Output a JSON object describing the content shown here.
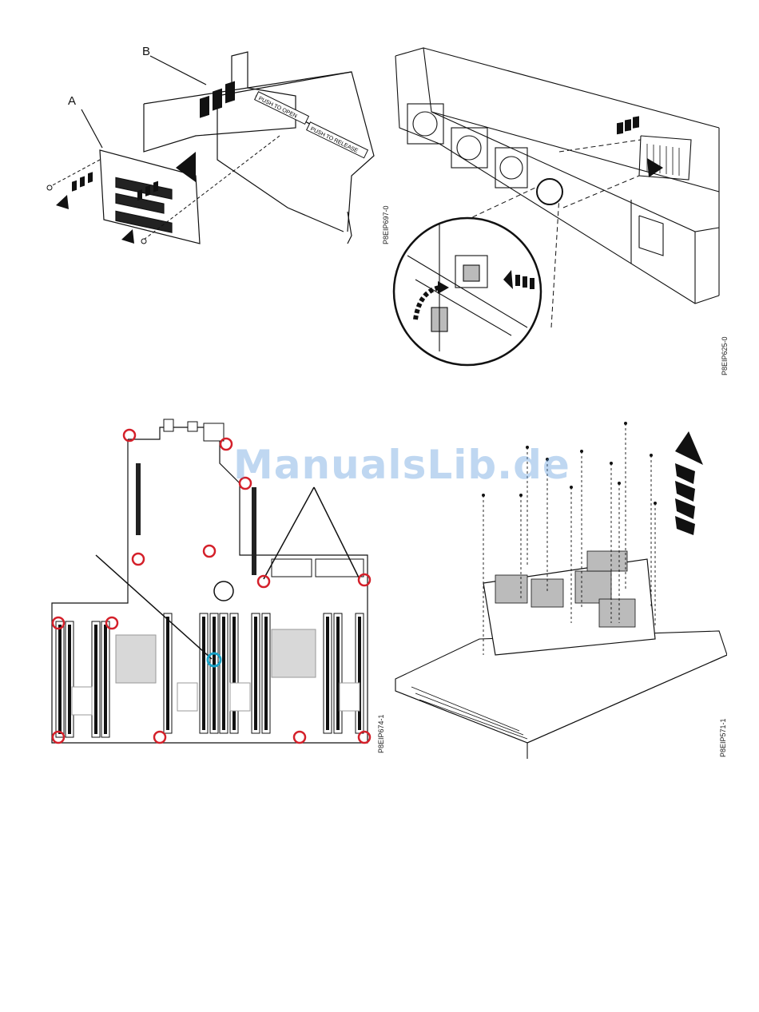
{
  "figures": {
    "riser": {
      "id": "P8EIP697-0",
      "label_a": "A",
      "label_b": "B",
      "card_text_1": "PUSH TO OPEN",
      "card_text_2": "PUSH TO RELEASE"
    },
    "chassis_fan": {
      "id": "P8EIP625-0"
    },
    "system_board": {
      "id": "P8EIP674-1"
    },
    "board_removal": {
      "id": "P8EIP571-1"
    }
  },
  "watermark": "ManualsLib.de",
  "colors": {
    "screw_marker": "#d4202a",
    "guide_pin_marker": "#1aa3c8",
    "line": "#111111"
  }
}
